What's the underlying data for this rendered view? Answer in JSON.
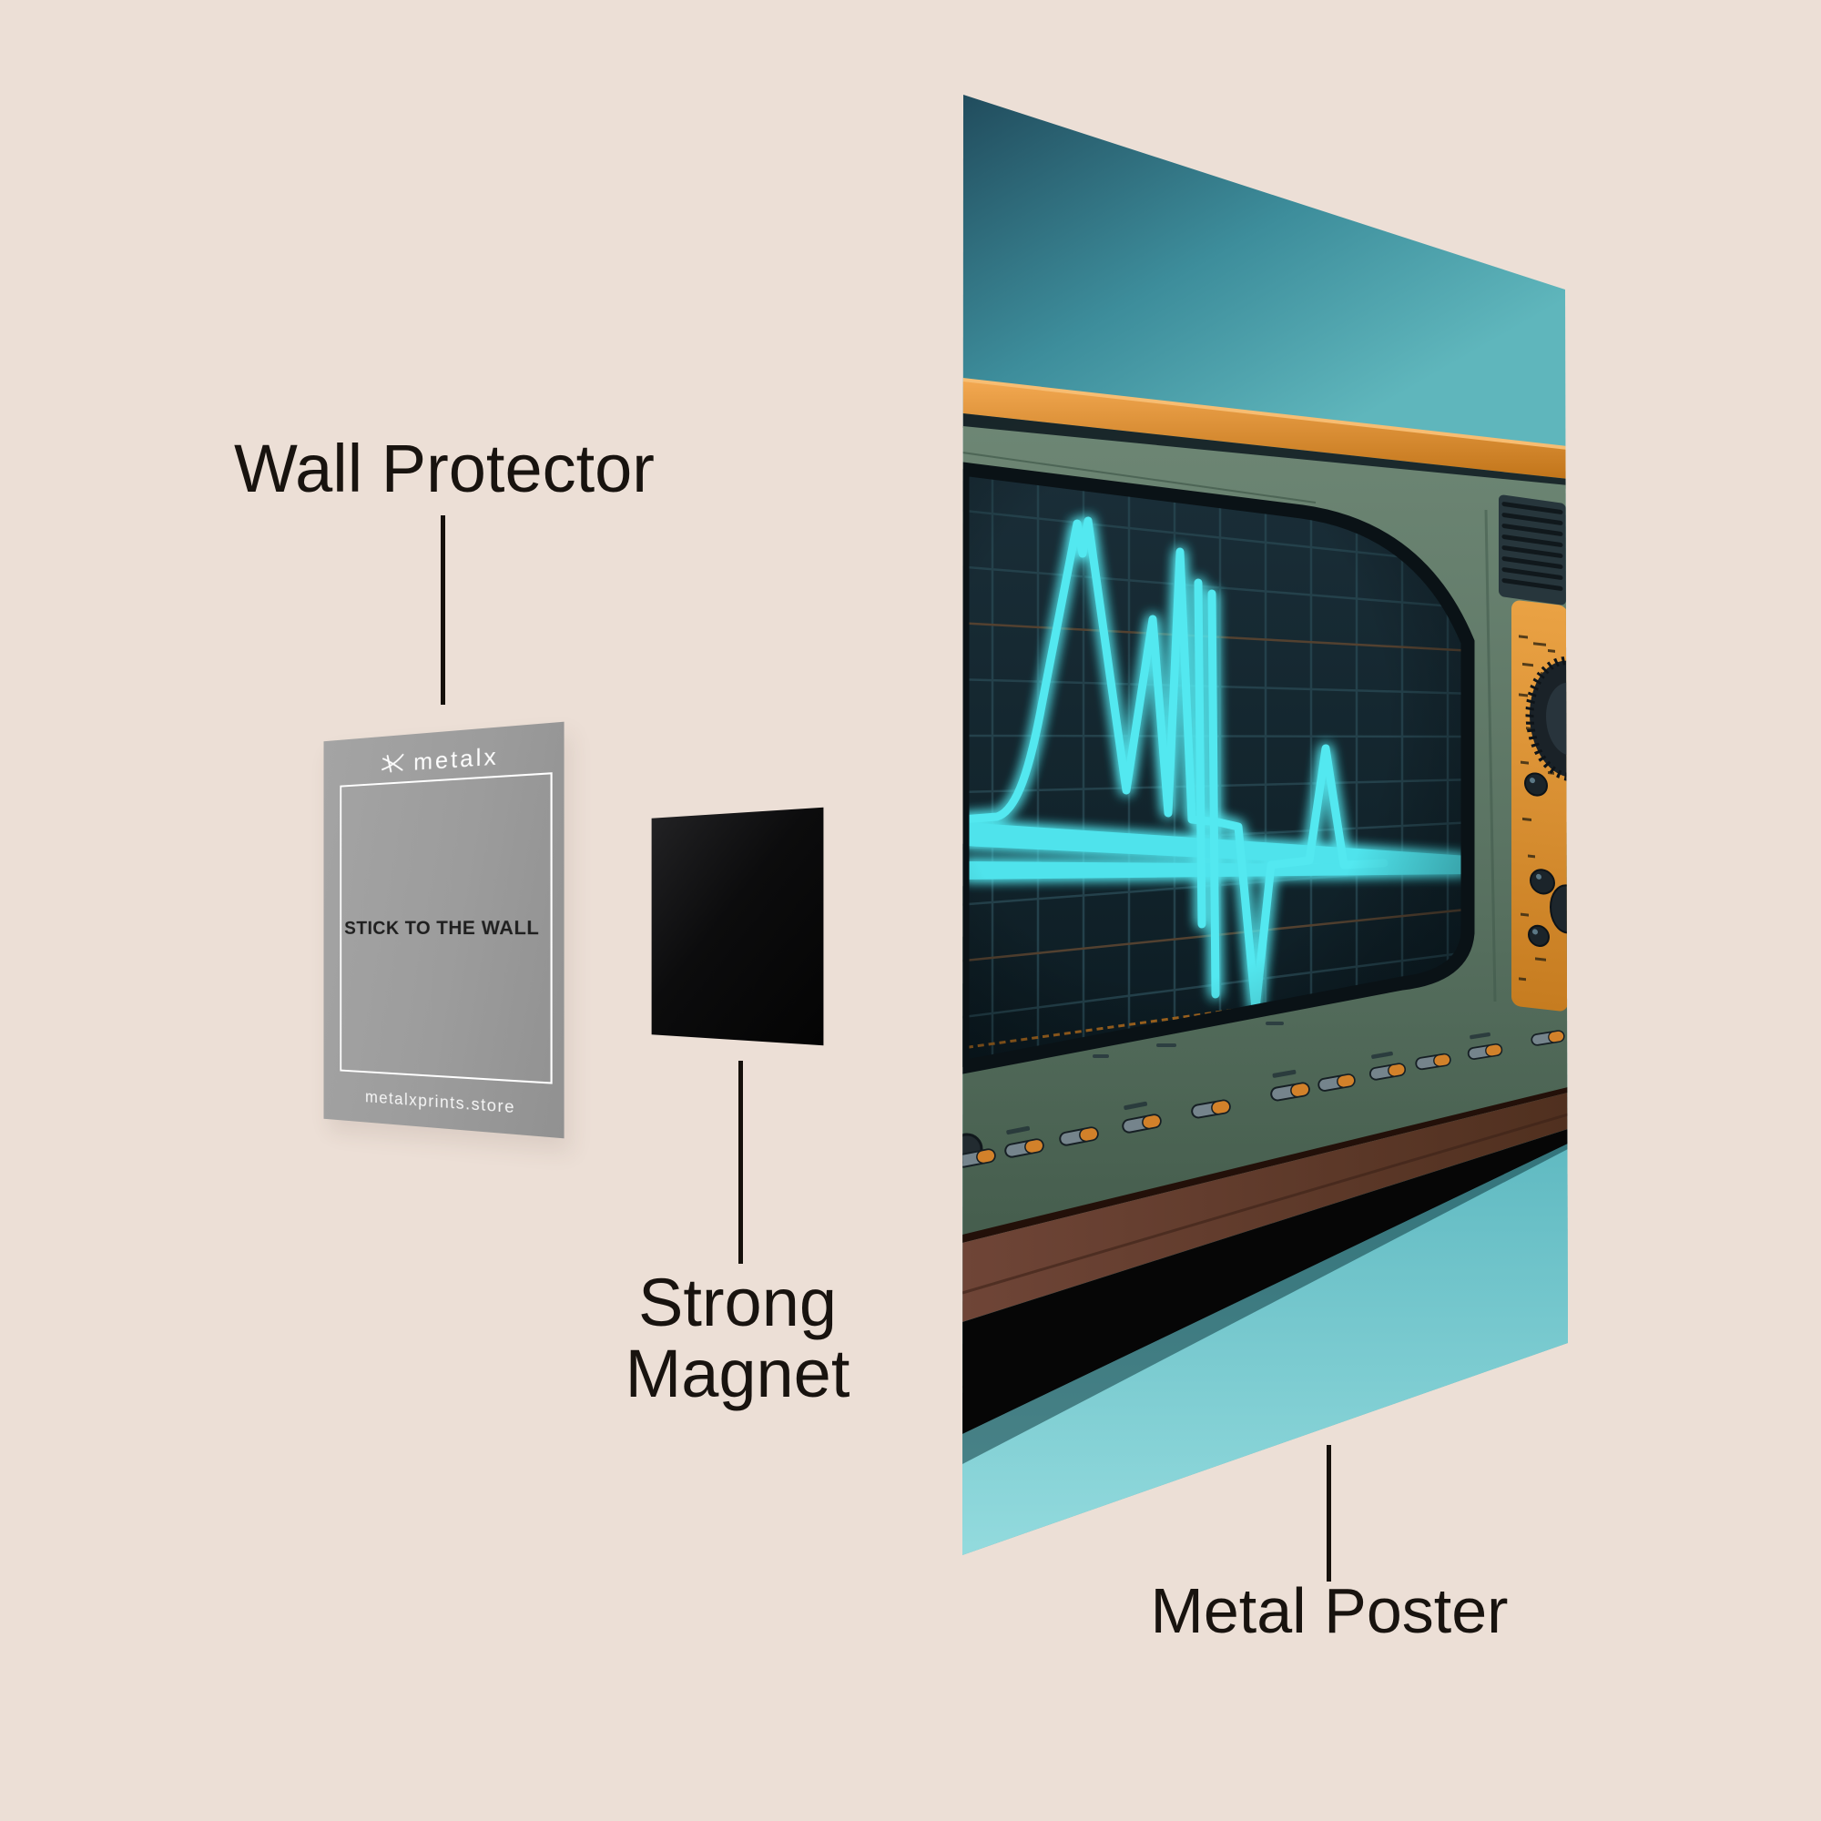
{
  "background_color": "#ecdfd6",
  "text_color": "#18130f",
  "annotations": {
    "wall_protector": {
      "label": "Wall Protector"
    },
    "strong_magnet": {
      "label": "Strong\nMagnet"
    },
    "metal_poster": {
      "label": "Metal Poster"
    }
  },
  "wall_protector_card": {
    "brand_logo_text": "metalx",
    "center_text": "STICK TO THE WALL",
    "footer_text": "metalxprints.store",
    "card_color": "#9c9c9c",
    "border_color": "#ffffff"
  },
  "strong_magnet_item": {
    "color": "#0d0d0e"
  },
  "metal_poster_artwork": {
    "wall_teal": "#3d8d9b",
    "accent_orange": "#e8963c",
    "device_green": "#5b7463",
    "screen_dark": "#12242c",
    "waveform_cyan": "#4fe3ec",
    "shelf_maroon": "#5e382c",
    "table_teal": "#7fd0d5"
  }
}
